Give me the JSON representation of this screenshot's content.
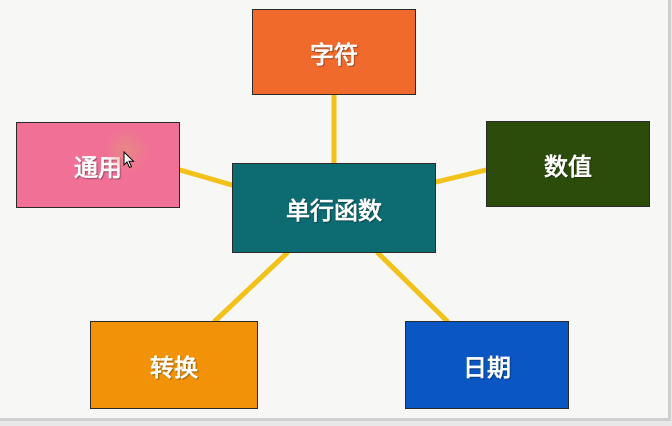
{
  "diagram": {
    "center": {
      "label": "单行函数",
      "color": "#0d6b72"
    },
    "nodes": [
      {
        "key": "char",
        "label": "字符",
        "color": "#f06a2c"
      },
      {
        "key": "general",
        "label": "通用",
        "color": "#f17096"
      },
      {
        "key": "number",
        "label": "数值",
        "color": "#2b4c0a"
      },
      {
        "key": "convert",
        "label": "转换",
        "color": "#f19209"
      },
      {
        "key": "date",
        "label": "日期",
        "color": "#0a57c4"
      }
    ],
    "connector_color": "#f2c21a"
  }
}
